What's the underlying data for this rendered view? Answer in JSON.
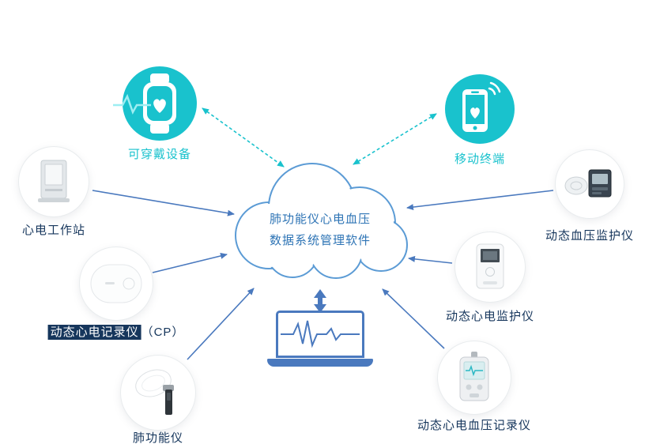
{
  "cloud": {
    "line1": "肺功能仪心电血压",
    "line2": "数据系统管理软件"
  },
  "nodes": {
    "wearable": {
      "label": "可穿戴设备",
      "icon": "smartwatch-icon"
    },
    "mobile": {
      "label": "移动终端",
      "icon": "smartphone-icon"
    },
    "ecg_workstation": {
      "label": "心电工作站",
      "icon": "ecg-workstation-icon"
    },
    "holter_cp": {
      "label": "动态心电记录仪",
      "suffix": "（CP）",
      "icon": "holter-recorder-icon"
    },
    "spirometer": {
      "label": "肺功能仪",
      "icon": "spirometer-icon"
    },
    "bp_monitor": {
      "label": "动态血压监护仪",
      "icon": "bp-monitor-icon"
    },
    "ecg_monitor": {
      "label": "动态心电监护仪",
      "icon": "ecg-monitor-icon"
    },
    "ecg_bp_recorder": {
      "label": "动态心电血压记录仪",
      "icon": "ecg-bp-recorder-icon"
    }
  },
  "center_device": {
    "icon": "laptop-ecg-icon"
  },
  "colors": {
    "teal": "#19C2CD",
    "blue": "#4A79BE",
    "navy": "#16365C",
    "cloudStroke": "#5B9BD5",
    "cloudText": "#2E74B5"
  }
}
